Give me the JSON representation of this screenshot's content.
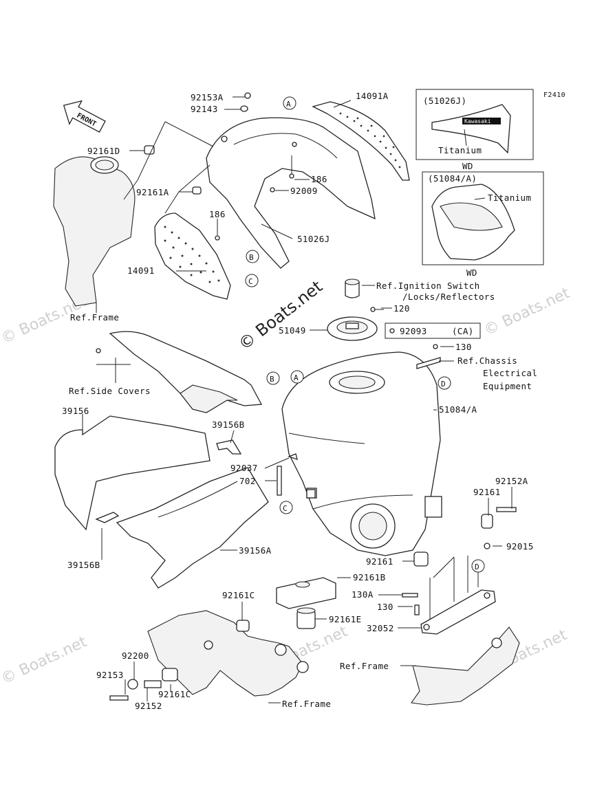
{
  "diagram": {
    "figure_code": "F2410",
    "front_label": "FRONT",
    "watermark_center": "© Boats.net",
    "watermark_side": "© Boats.net",
    "parts": [
      {
        "id": "92153A"
      },
      {
        "id": "92143"
      },
      {
        "id": "14091A"
      },
      {
        "id": "92161D"
      },
      {
        "id": "186"
      },
      {
        "id": "92161A"
      },
      {
        "id": "92009"
      },
      {
        "id": "186b",
        "text": "186"
      },
      {
        "id": "51026J"
      },
      {
        "id": "14091"
      },
      {
        "id": "ref_frame_1",
        "text": "Ref.Frame"
      },
      {
        "id": "ref_ign_1",
        "text": "Ref.Ignition Switch"
      },
      {
        "id": "ref_ign_2",
        "text": "/Locks/Reflectors"
      },
      {
        "id": "120"
      },
      {
        "id": "51049"
      },
      {
        "id": "92093"
      },
      {
        "id": "ca",
        "text": "(CA)"
      },
      {
        "id": "130"
      },
      {
        "id": "ref_chassis_1",
        "text": "Ref.Chassis"
      },
      {
        "id": "ref_chassis_2",
        "text": "Electrical"
      },
      {
        "id": "ref_chassis_3",
        "text": "Equipment"
      },
      {
        "id": "ref_side",
        "text": "Ref.Side Covers"
      },
      {
        "id": "39156"
      },
      {
        "id": "39156B"
      },
      {
        "id": "51084A",
        "text": "51084/A"
      },
      {
        "id": "92037"
      },
      {
        "id": "702"
      },
      {
        "id": "92152A"
      },
      {
        "id": "92161"
      },
      {
        "id": "92015"
      },
      {
        "id": "39156B_2",
        "text": "39156B"
      },
      {
        "id": "39156A"
      },
      {
        "id": "92161_2",
        "text": "92161"
      },
      {
        "id": "92161B"
      },
      {
        "id": "92161C"
      },
      {
        "id": "130A"
      },
      {
        "id": "130_2",
        "text": "130"
      },
      {
        "id": "92161E"
      },
      {
        "id": "32052"
      },
      {
        "id": "92200"
      },
      {
        "id": "92153"
      },
      {
        "id": "92161C_2",
        "text": "92161C"
      },
      {
        "id": "92152"
      },
      {
        "id": "ref_frame_2",
        "text": "Ref.Frame"
      },
      {
        "id": "ref_frame_3",
        "text": "Ref.Frame"
      }
    ],
    "callouts": [
      "A",
      "A",
      "B",
      "B",
      "C",
      "C",
      "D",
      "D"
    ],
    "inset_1": {
      "part": "(51026J)",
      "note": "Titanium",
      "variant": "WD",
      "logo": "Kawasaki"
    },
    "inset_2": {
      "part": "(51084/A)",
      "note": "Titanium",
      "variant": "WD"
    }
  }
}
